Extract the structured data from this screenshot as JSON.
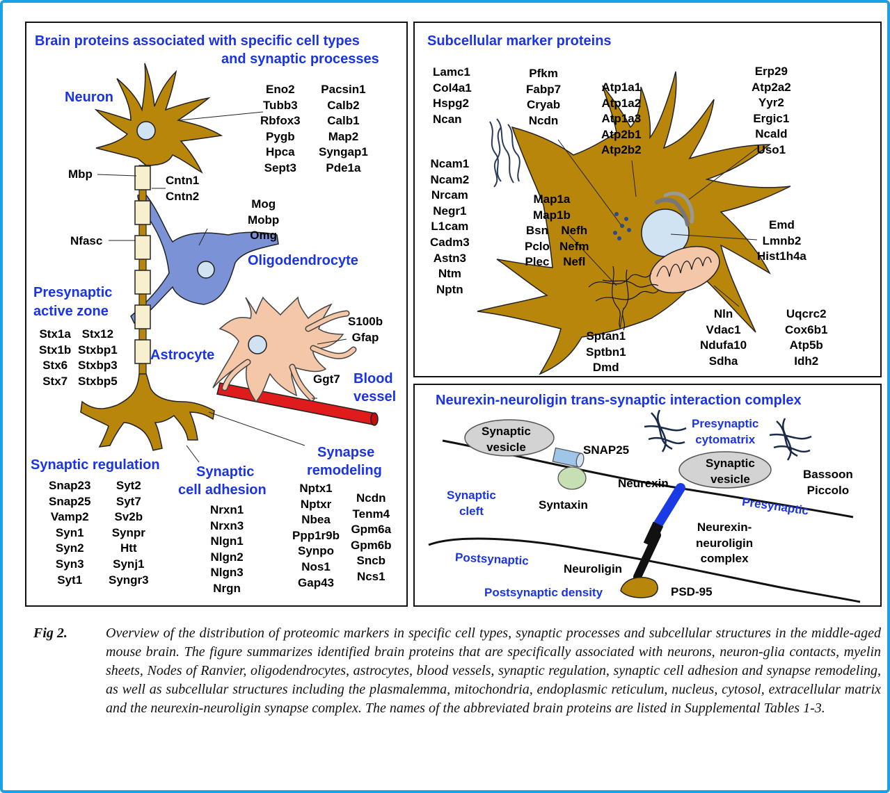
{
  "figure": {
    "border_color": "#1aa0e6",
    "label_color": "#1a33e6",
    "neuron_color": "#b8860b",
    "oligodendrocyte_color": "#7b93d6",
    "astrocyte_color": "#f4c7a8",
    "vessel_color": "#e01b1b"
  },
  "left_panel": {
    "title_line1": "Brain proteins associated with specific cell types",
    "title_line2": "and synaptic processes",
    "neuron_label": "Neuron",
    "neuron_col1": [
      "Eno2",
      "Tubb3",
      "Rbfox3",
      "Pygb",
      "Hpca",
      "Sept3"
    ],
    "neuron_col2": [
      "Pacsin1",
      "Calb2",
      "Calb1",
      "Map2",
      "Syngap1",
      "Pde1a"
    ],
    "mbp": "Mbp",
    "cntn": [
      "Cntn1",
      "Cntn2"
    ],
    "nfasc": "Nfasc",
    "oligo_markers": [
      "Mog",
      "Mobp",
      "Omg"
    ],
    "oligo_label": "Oligodendrocyte",
    "presynaptic_label1": "Presynaptic",
    "presynaptic_label2": "active zone",
    "active_zone_col1": [
      "Stx1a",
      "Stx1b",
      "Stx6",
      "Stx7"
    ],
    "active_zone_col2": [
      "Stx12",
      "Stxbp1",
      "Stxbp3",
      "Stxbp5"
    ],
    "astro_markers": [
      "S100b",
      "Gfap"
    ],
    "astro_label": "Astrocyte",
    "ggt7": "Ggt7",
    "blood_label1": "Blood",
    "blood_label2": "vessel",
    "syn_reg_label": "Synaptic regulation",
    "syn_reg_col1": [
      "Snap23",
      "Snap25",
      "Vamp2",
      "Syn1",
      "Syn2",
      "Syn3",
      "Syt1"
    ],
    "syn_reg_col2": [
      "Syt2",
      "Syt7",
      "Sv2b",
      "Synpr",
      "Htt",
      "Synj1",
      "Syngr3"
    ],
    "adh_label1": "Synaptic",
    "adh_label2": "cell adhesion",
    "adh_col": [
      "Nrxn1",
      "Nrxn3",
      "Nlgn1",
      "Nlgn2",
      "Nlgn3",
      "Nrgn"
    ],
    "remod_label1": "Synapse",
    "remod_label2": "remodeling",
    "remod_col1": [
      "Nptx1",
      "Nptxr",
      "Nbea",
      "Ppp1r9b",
      "Synpo",
      "Nos1",
      "Gap43"
    ],
    "remod_col2": [
      "Ncdn",
      "Tenm4",
      "Gpm6a",
      "Gpm6b",
      "Sncb",
      "Ncs1"
    ]
  },
  "top_right_panel": {
    "title": "Subcellular marker proteins",
    "ecm_col": [
      "Lamc1",
      "Col4a1",
      "Hspg2",
      "Ncan"
    ],
    "cytosol_col": [
      "Pfkm",
      "Fabp7",
      "Cryab",
      "Ncdn"
    ],
    "atp_col": [
      "Atp1a1",
      "Atp1a2",
      "Atp1a3",
      "Atp2b1",
      "Atp2b2"
    ],
    "er_col": [
      "Erp29",
      "Atp2a2",
      "Yyr2",
      "Ergic1",
      "Ncald",
      "Uso1"
    ],
    "adh_col": [
      "Ncam1",
      "Ncam2",
      "Nrcam",
      "Negr1",
      "L1cam",
      "Cadm3",
      "Astn3",
      "Ntm",
      "Nptn"
    ],
    "map_col": [
      "Map1a",
      "Map1b"
    ],
    "cyto_col1": [
      "Bsn",
      "Pclo",
      "Plec"
    ],
    "cyto_col2": [
      "Nefh",
      "Nefm",
      "Nefl"
    ],
    "nucleus_col": [
      "Emd",
      "Lmnb2",
      "Hist1h4a"
    ],
    "spectrin_col": [
      "Sptan1",
      "Sptbn1",
      "Dmd"
    ],
    "mito_col1": [
      "Nln",
      "Vdac1",
      "Ndufa10",
      "Sdha"
    ],
    "mito_col2": [
      "Uqcrc2",
      "Cox6b1",
      "Atp5b",
      "Idh2"
    ]
  },
  "bottom_right_panel": {
    "title": "Neurexin-neuroligin trans-synaptic interaction complex",
    "vesicle1": [
      "Synaptic",
      "vesicle"
    ],
    "vesicle2": [
      "Synaptic",
      "vesicle"
    ],
    "snap25": "SNAP25",
    "syntaxin": "Syntaxin",
    "presyn_cyto": [
      "Presynaptic",
      "cytomatrix"
    ],
    "bassoon": [
      "Bassoon",
      "Piccolo"
    ],
    "neurexin": "Neurexin",
    "synaptic_cleft": [
      "Synaptic",
      "cleft"
    ],
    "presynaptic": "Presynaptic",
    "complex": [
      "Neurexin-",
      "neuroligin",
      "complex"
    ],
    "postsynaptic": "Postsynaptic",
    "neuroligin": "Neuroligin",
    "psd_label": "Postsynaptic density",
    "psd95": "PSD-95"
  },
  "caption": {
    "label": "Fig 2.",
    "text": "Overview of the distribution of proteomic markers in specific cell types, synaptic processes and subcellular structures in the middle-aged mouse brain. The figure summarizes identified brain proteins that are specifically associated with neurons, neuron-glia contacts, myelin sheets, Nodes of Ranvier, oligodendrocytes, astrocytes, blood vessels, synaptic regulation, synaptic cell adhesion and synapse remodeling, as well as subcellular structures including the plasmalemma, mitochondria, endoplasmic reticulum, nucleus, cytosol, extracellular matrix and the neurexin-neuroligin synapse complex. The names of the abbreviated brain proteins are listed in Supplemental Tables 1-3."
  }
}
